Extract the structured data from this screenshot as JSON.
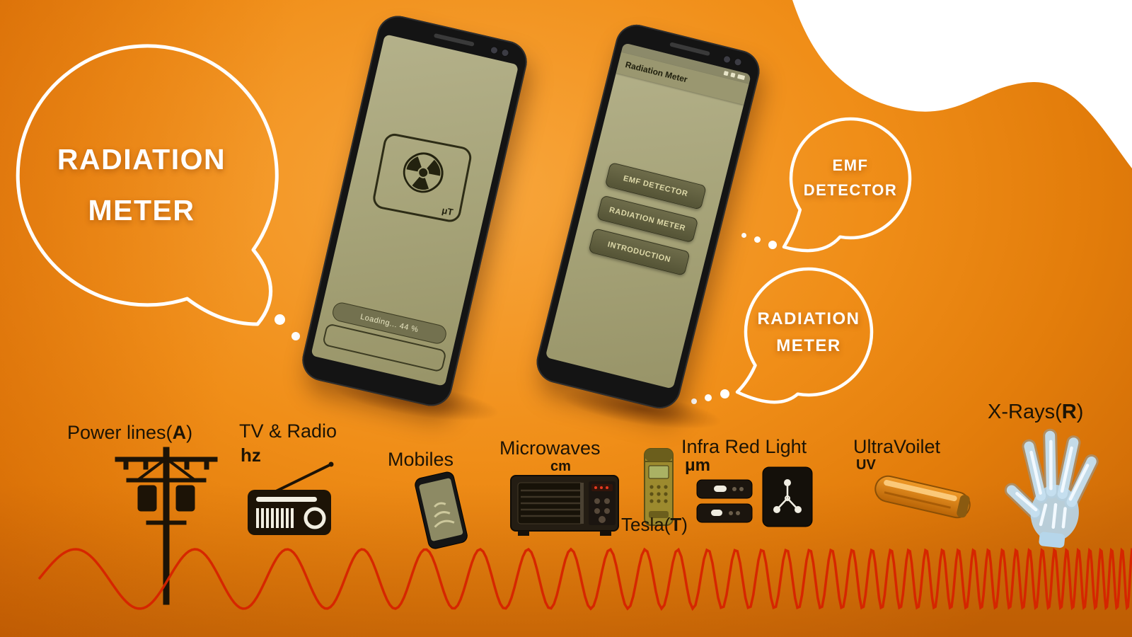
{
  "colors": {
    "background_orange": "#f08e18",
    "wave_red": "#d62300",
    "screen_olive": "#a5a277",
    "bubble_outline": "#ffffff",
    "label_dark": "#1d1405"
  },
  "bubble_left": {
    "line1": "RADIATION",
    "line2": "METER"
  },
  "bubble_emf": {
    "line1": "EMF",
    "line2": "DETECTOR"
  },
  "bubble_rad": {
    "line1": "RADIATION",
    "line2": "METER"
  },
  "phone1": {
    "logo_icon": "radiation-trefoil",
    "logo_unit": "μT",
    "loading_text": "Loading...  44 %"
  },
  "phone2": {
    "appbar_title": "Radiation Meter",
    "buttons": [
      "EMF DETECTOR",
      "RADIATION METER",
      "INTRODUCTION"
    ]
  },
  "spectrum": {
    "power": {
      "pre": "Power lines(",
      "bold": "A",
      "post": ")"
    },
    "tv": {
      "label": "TV & Radio",
      "unit": "hz"
    },
    "mobiles": {
      "label": "Mobiles"
    },
    "micro": {
      "label": "Microwaves",
      "unit": "cm"
    },
    "tesla": {
      "pre": "Tesla(",
      "bold": "T",
      "post": ")"
    },
    "ir": {
      "label": "Infra Red Light",
      "unit": "μm"
    },
    "uv": {
      "label": "UltraVoilet",
      "unit": "UV"
    },
    "xray": {
      "pre": "X-Rays(",
      "bold": "R",
      "post": ")"
    }
  }
}
